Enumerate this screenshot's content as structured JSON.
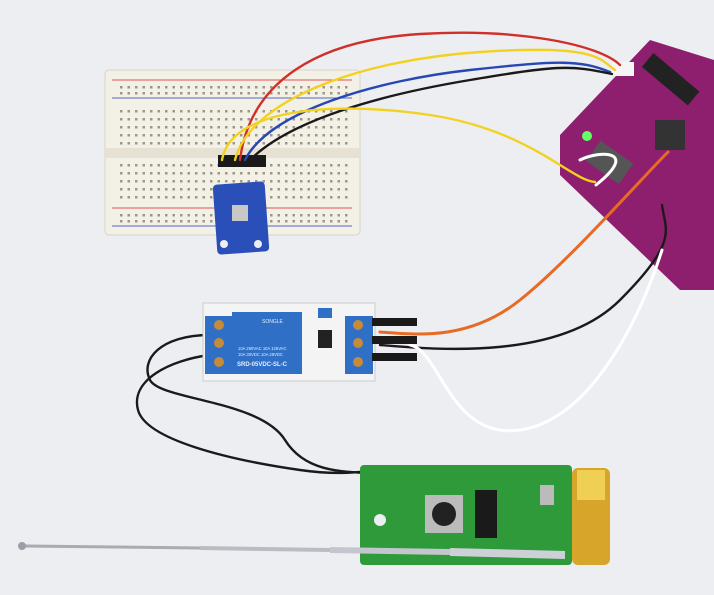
{
  "scene": {
    "background_color": "#eceef2",
    "relay": {
      "brand": "SONGLE",
      "rating_line1": "10A 250VAC  10A 125VAC",
      "rating_line2": "10A 30VDC  10A 28VDC",
      "model": "SRD-05VDC-SL-C",
      "color": "#2f6fc6"
    },
    "colors": {
      "breadboard": "#f3f0e6",
      "arduino": "#8e1f6e",
      "sensor_board": "#2a4fb8",
      "remote_pcb": "#2e9a3a",
      "battery": "#d7a52a",
      "antenna": "#b9bcc2"
    },
    "wire_colors": [
      "#d0302a",
      "#f2d21f",
      "#2747b5",
      "#1a1a1a",
      "#e86a24",
      "#ffffff"
    ]
  }
}
